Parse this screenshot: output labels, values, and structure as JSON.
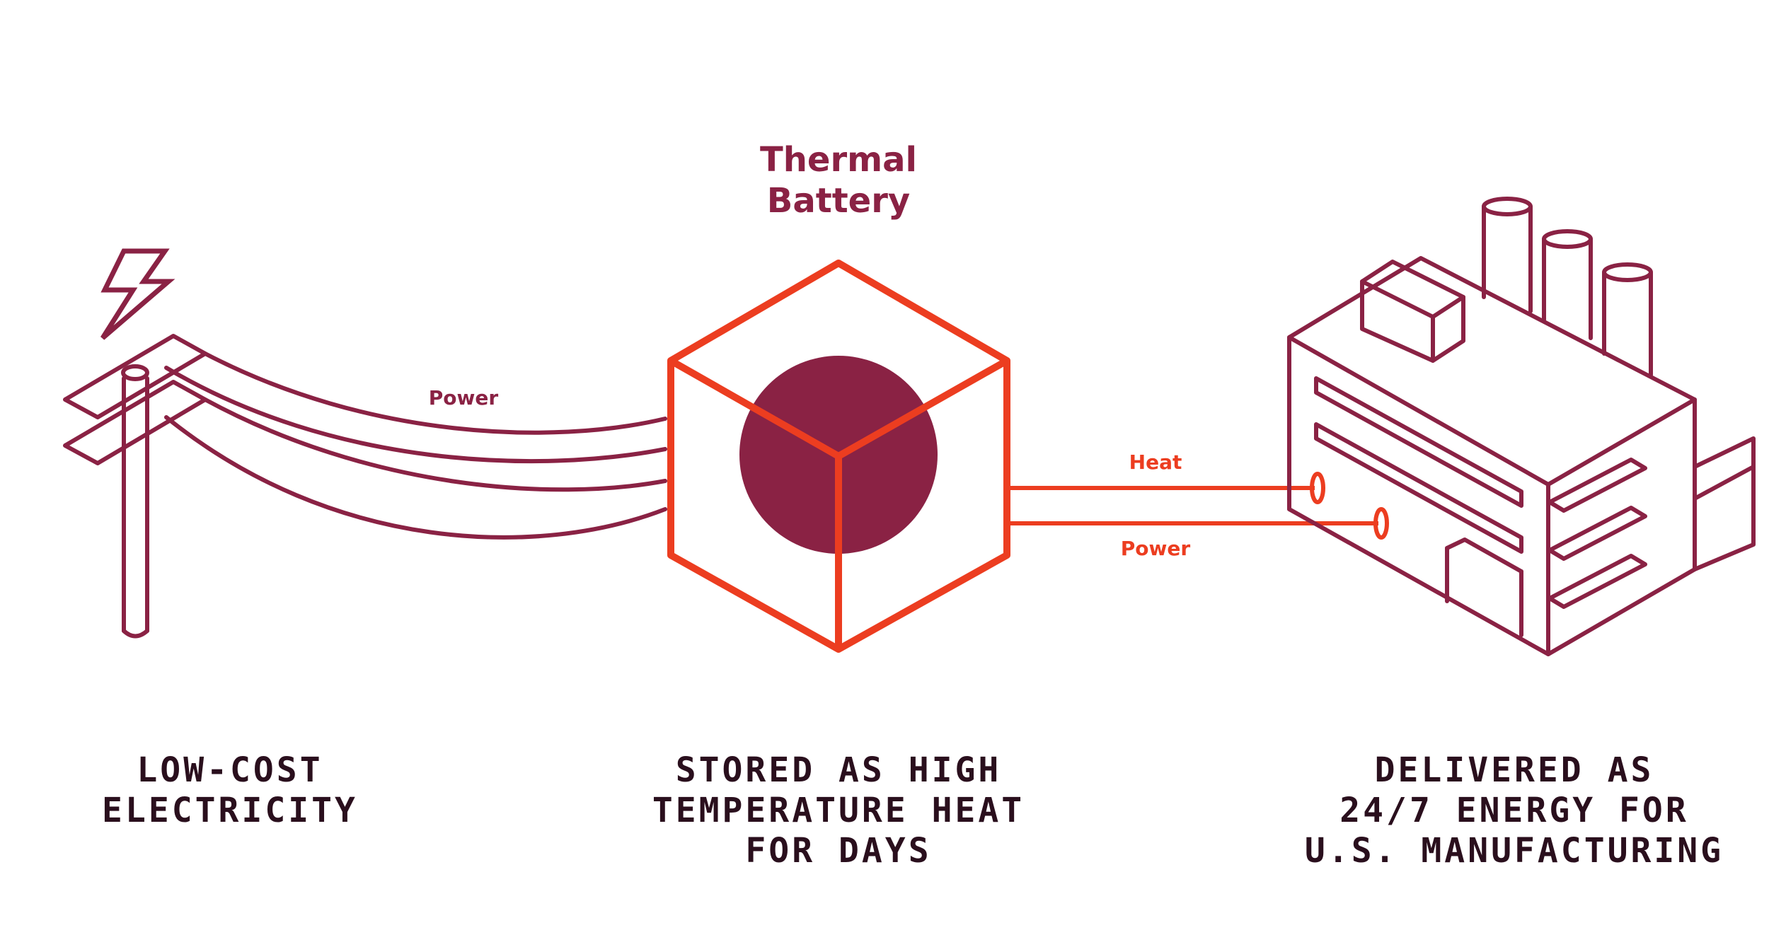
{
  "colors": {
    "maroon": "#8a2244",
    "orange": "#ec3d20",
    "caption_text": "#2a0f1d",
    "background": "#ffffff"
  },
  "battery": {
    "title_line1": "Thermal",
    "title_line2": "Battery"
  },
  "labels": {
    "grid_power": "Power",
    "heat_out": "Heat",
    "power_out": "Power"
  },
  "captions": {
    "left": {
      "line1": "LOW-COST",
      "line2": "ELECTRICITY"
    },
    "middle": {
      "line1": "STORED AS HIGH",
      "line2": "TEMPERATURE HEAT",
      "line3": "FOR DAYS"
    },
    "right": {
      "line1": "DELIVERED AS",
      "line2": "24/7 ENERGY FOR",
      "line3": "U.S. MANUFACTURING"
    }
  },
  "icons": {
    "grid": "power-pole-icon",
    "bolt": "lightning-bolt-icon",
    "battery": "thermal-battery-cube-icon",
    "factory": "factory-icon"
  }
}
